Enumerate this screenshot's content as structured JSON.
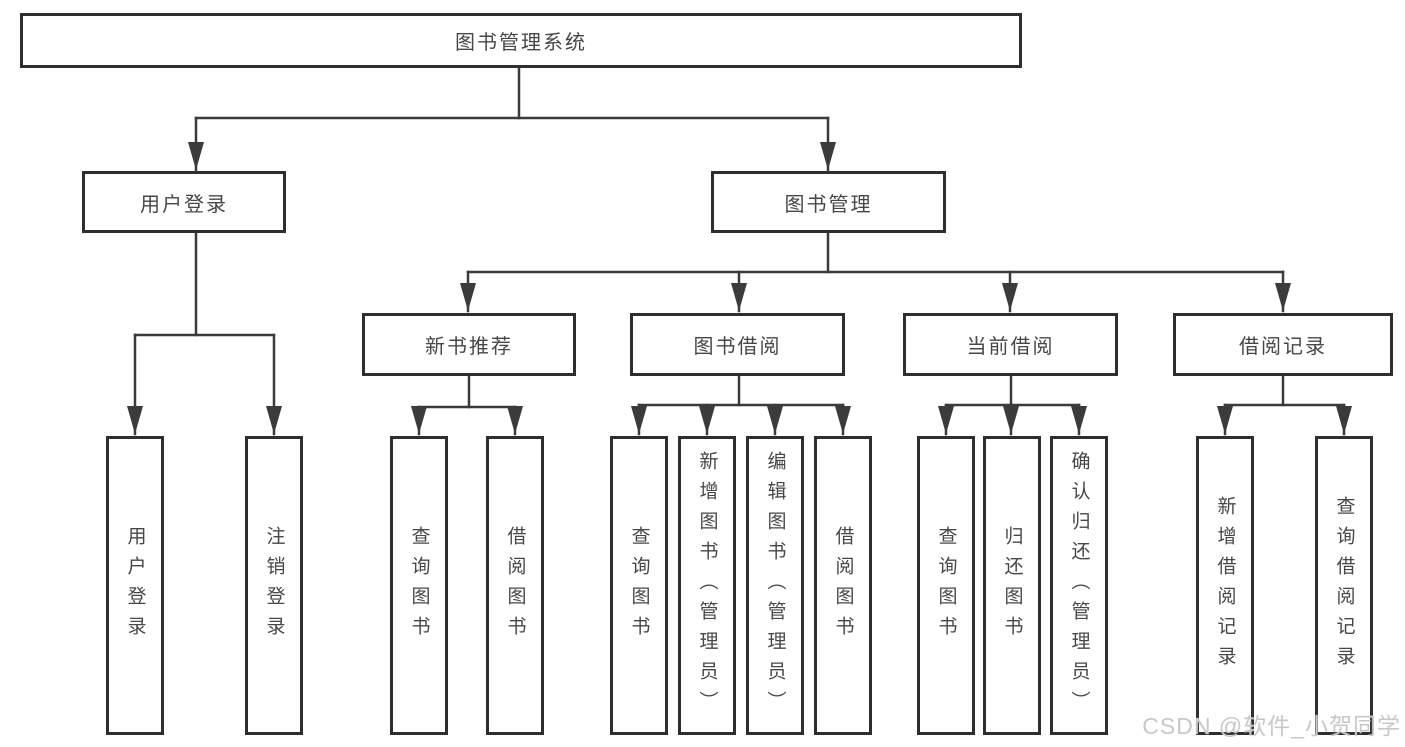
{
  "nodes": {
    "root": {
      "label": "图书管理系统"
    },
    "user_login": {
      "label": "用户登录"
    },
    "book_management": {
      "label": "图书管理"
    },
    "new_book_recommend": {
      "label": "新书推荐"
    },
    "book_borrowing": {
      "label": "图书借阅"
    },
    "current_borrowing": {
      "label": "当前借阅"
    },
    "borrowing_records": {
      "label": "借阅记录"
    },
    "leaves": {
      "leaf_user_login": "用户登录",
      "leaf_logout": "注销登录",
      "leaf_nb_query": "查询图书",
      "leaf_nb_borrow": "借阅图书",
      "leaf_bb_query": "查询图书",
      "leaf_bb_add": "新增图书（管理员）",
      "leaf_bb_edit": "编辑图书（管理员）",
      "leaf_bb_borrow": "借阅图书",
      "leaf_cb_query": "查询图书",
      "leaf_cb_return": "归还图书",
      "leaf_cb_confirm": "确认归还（管理员）",
      "leaf_br_add": "新增借阅记录",
      "leaf_br_query": "查询借阅记录"
    }
  },
  "watermark": {
    "text": "CSDN @软件_小贺同学"
  },
  "colors": {
    "border": "#2e2e2e",
    "line": "#3b3b3b",
    "text": "#474747",
    "watermark": "#c8c8c8",
    "background": "#ffffff"
  }
}
